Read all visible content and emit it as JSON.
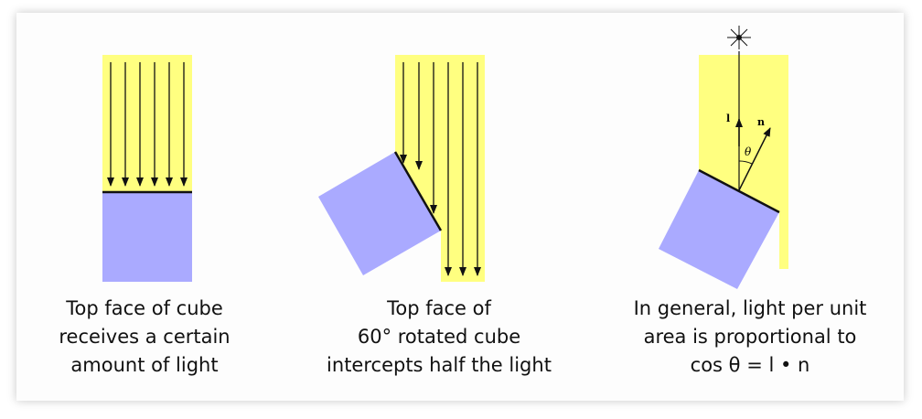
{
  "colors": {
    "light": "#ffff80",
    "cube": "#aaaaff",
    "ray": "#111111"
  },
  "panels": [
    {
      "caption": [
        "Top face of cube",
        "receives a certain",
        "amount of light"
      ]
    },
    {
      "caption": [
        "Top face of",
        "60° rotated cube",
        "intercepts half the light"
      ]
    },
    {
      "caption": [
        "In general, light per unit",
        "area is proportional to",
        "cos θ = l • n"
      ],
      "labels": {
        "l": "l",
        "n": "n",
        "theta": "θ"
      }
    }
  ],
  "icons": {
    "light_source": "sun-burst-icon"
  }
}
